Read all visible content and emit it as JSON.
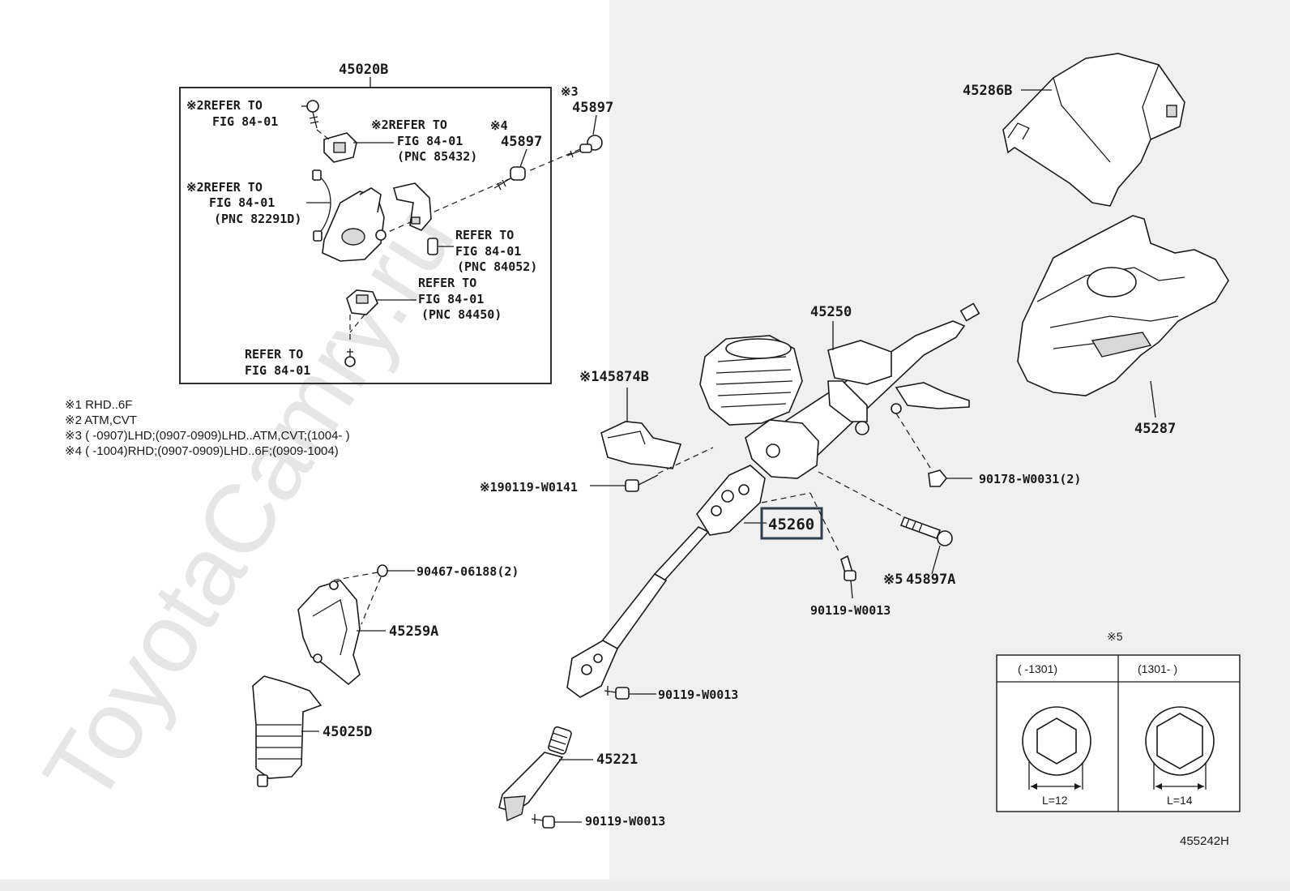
{
  "watermark": "ToyotaCamry.ru",
  "group_box": {
    "part_number": "45020B",
    "callouts": [
      {
        "mark": "※2",
        "lines": [
          "REFER TO",
          "FIG 84-01"
        ]
      },
      {
        "mark": "※2",
        "lines": [
          "REFER TO",
          "FIG 84-01",
          "(PNC 85432)"
        ]
      },
      {
        "mark": "※4",
        "lines": [
          "45897"
        ]
      },
      {
        "mark": "※3",
        "lines": [
          "45897"
        ]
      },
      {
        "mark": "※2",
        "lines": [
          "REFER TO",
          "FIG 84-01",
          "(PNC 82291D)"
        ]
      },
      {
        "mark": "",
        "lines": [
          "REFER TO",
          "FIG 84-01",
          "(PNC 84052)"
        ]
      },
      {
        "mark": "",
        "lines": [
          "REFER TO",
          "FIG 84-01",
          "(PNC 84450)"
        ]
      },
      {
        "mark": "",
        "lines": [
          "REFER TO",
          "FIG 84-01"
        ]
      }
    ]
  },
  "notes": [
    "※1 RHD..6F",
    "※2 ATM,CVT",
    "※3 (          -0907)LHD;(0907-0909)LHD..ATM,CVT;(1004-          )",
    "※4 (          -1004)RHD;(0907-0909)LHD..6F;(0909-1004)"
  ],
  "labels": {
    "p45286B": "45286B",
    "p45287": "45287",
    "p45250": "45250",
    "p145874B": "※145874B",
    "p190119": "※190119-W0141",
    "p90178": "90178-W0031(2)",
    "p45260": "45260",
    "p45897A_mark": "※5",
    "p45897A": "45897A",
    "p90119_a": "90119-W0013",
    "p90467": "90467-06188(2)",
    "p45259A": "45259A",
    "p45025D": "45025D",
    "p90119_b": "90119-W0013",
    "p45221": "45221",
    "p90119_c": "90119-W0013"
  },
  "inset_table": {
    "mark": "※5",
    "col1_header": "(        -1301)",
    "col2_header": "(1301-        )",
    "col1_dim": "L=12",
    "col2_dim": "L=14"
  },
  "figure_id": "455242H",
  "highlight_color": "#2e3d4f"
}
